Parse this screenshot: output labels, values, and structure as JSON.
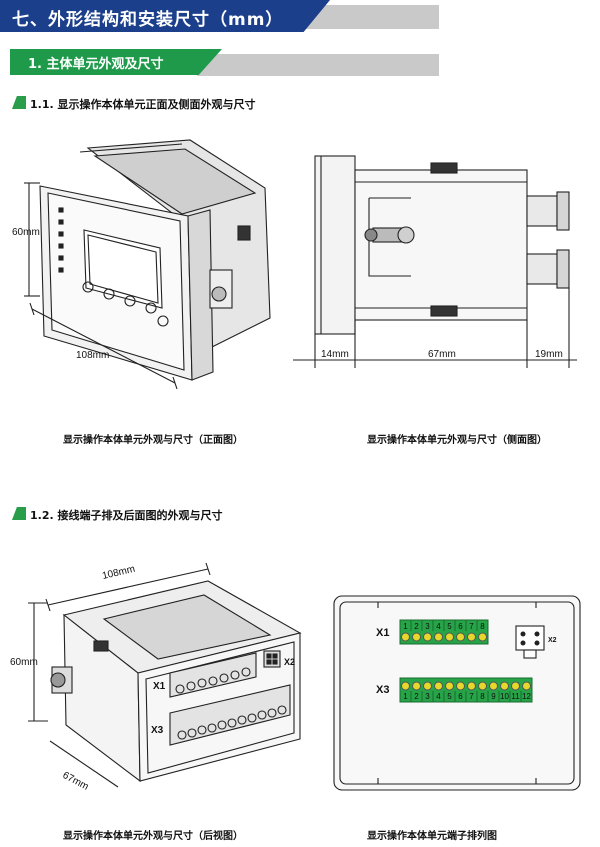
{
  "section": {
    "title": "七、外形结构和安装尺寸（mm）"
  },
  "subsection": {
    "title": "1. 主体单元外观及尺寸"
  },
  "part1": {
    "title": "1.1. 显示操作本体单元正面及侧面外观与尺寸",
    "front_caption": "显示操作本体单元外观与尺寸（正面图）",
    "side_caption": "显示操作本体单元外观与尺寸（侧面图）",
    "dim_height": "60mm",
    "dim_width": "108mm",
    "dim_left": "14mm",
    "dim_mid": "67mm",
    "dim_right": "19mm"
  },
  "part2": {
    "title": "1.2. 接线端子排及后面图的外观与尺寸",
    "rear_caption": "显示操作本体单元外观与尺寸（后视图）",
    "terminal_caption": "显示操作本体单元端子排列图",
    "dim_width": "108mm",
    "dim_height": "60mm",
    "dim_depth": "67mm",
    "label_x1": "X1",
    "label_x2": "X2",
    "label_x3": "X3",
    "x1_numbers": [
      "1",
      "2",
      "3",
      "4",
      "5",
      "6",
      "7",
      "8"
    ],
    "x3_numbers": [
      "1",
      "2",
      "3",
      "4",
      "5",
      "6",
      "7",
      "8",
      "9",
      "10",
      "11",
      "12"
    ]
  },
  "colors": {
    "header_blue": "#1b3f8b",
    "header_green": "#1f9a4b",
    "terminal_green": "#27a348",
    "screw_yellow": "#e6d72c"
  }
}
